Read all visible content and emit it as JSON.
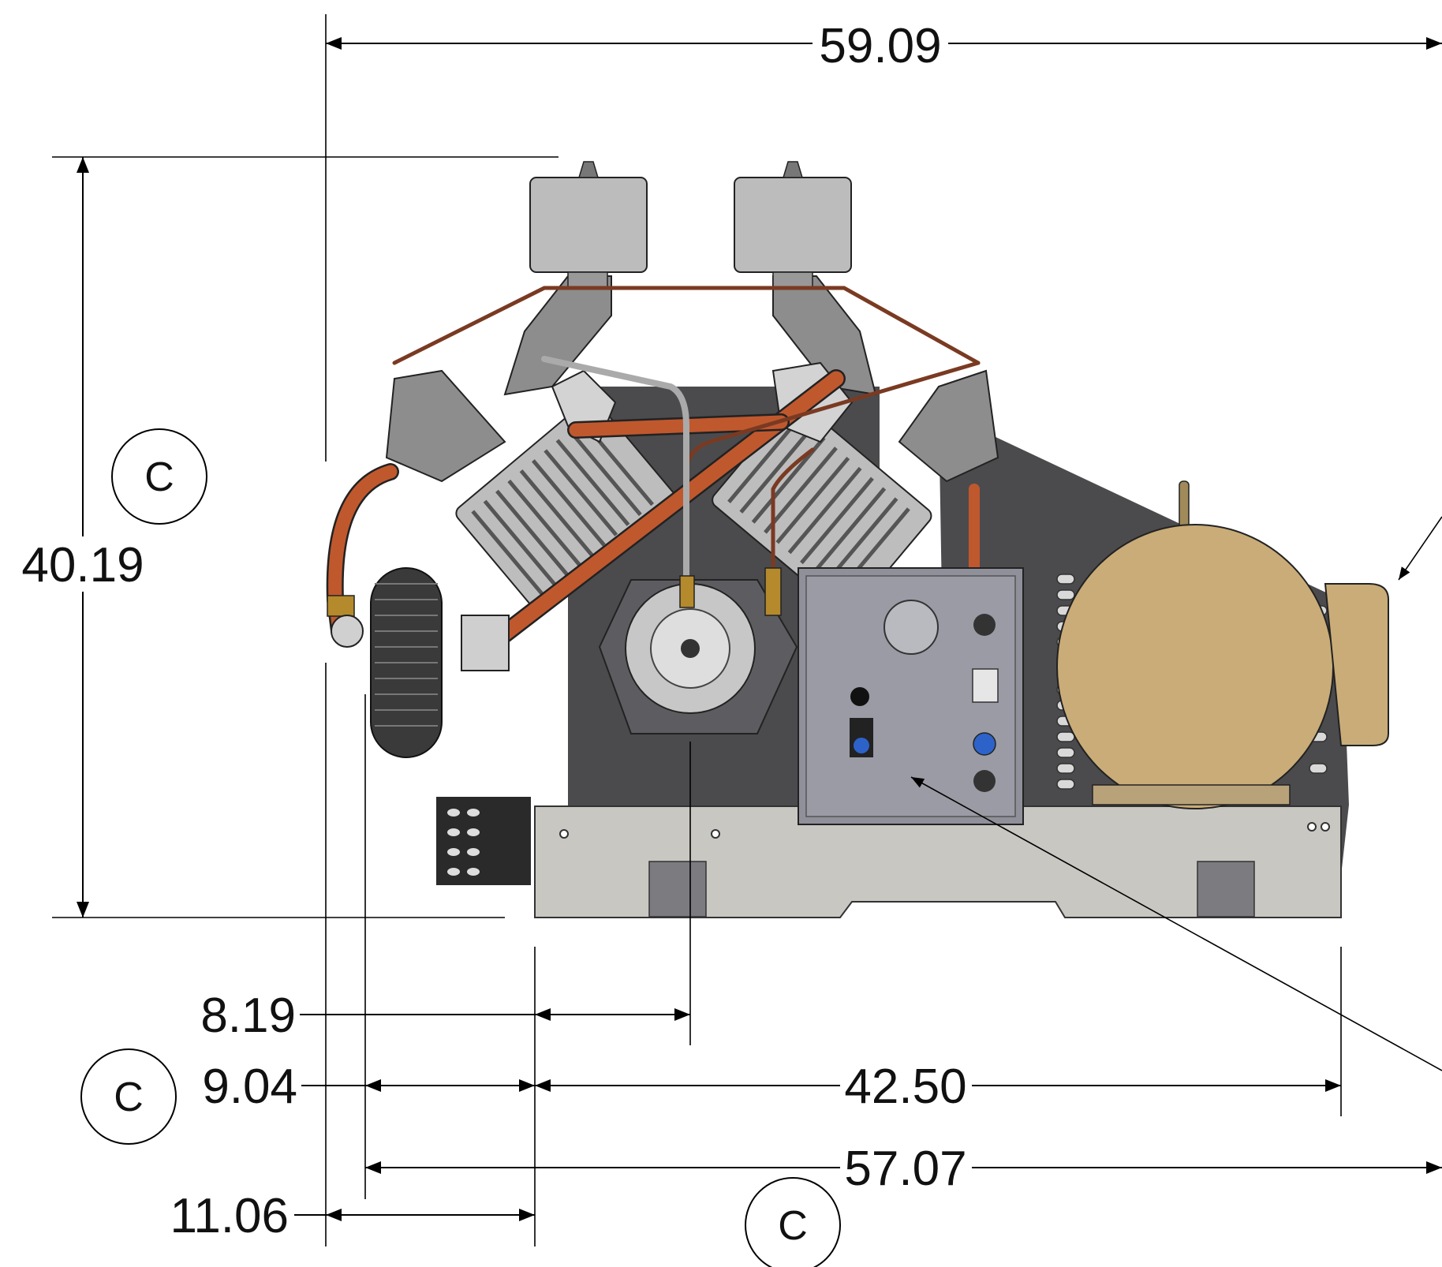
{
  "dimensions": {
    "overall_width": "59.09",
    "overall_height": "40.19",
    "offset_a": "8.19",
    "offset_b": "9.04",
    "base_length": "42.50",
    "span": "57.07",
    "offset_c": "11.06"
  },
  "callouts": {
    "left_upper": "C",
    "left_lower": "C",
    "bottom_center": "C"
  },
  "colors": {
    "frame": "#4b4b4e",
    "base_plate": "#c9c7c2",
    "copper_tubing": "#c0582e",
    "motor": "#c9ac78",
    "cylinder": "#bdbdbd",
    "control_panel": "#8f9099",
    "indicator_blue": "#2d63c8",
    "brass": "#b58a2c"
  },
  "components": [
    "air-filter-left",
    "air-filter-right",
    "cylinder-head-left",
    "cylinder-head-right",
    "intercooler",
    "crankcase-flywheel",
    "control-panel",
    "electric-motor",
    "base-plate",
    "copper-tubing"
  ]
}
